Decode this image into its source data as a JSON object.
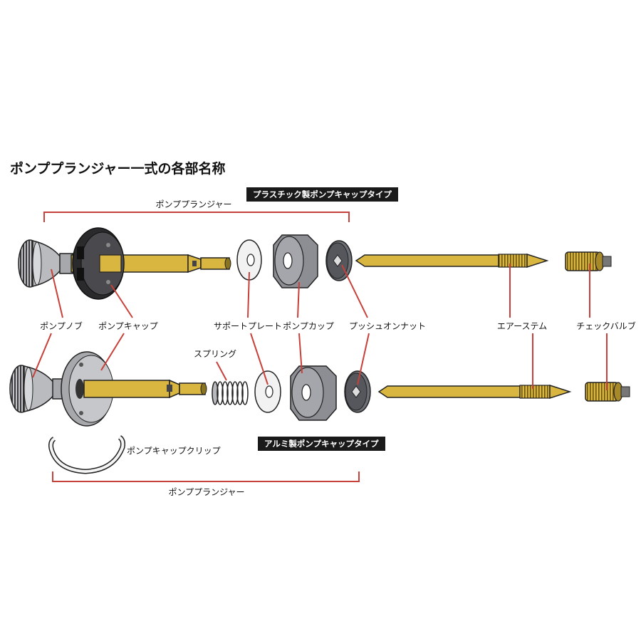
{
  "title": "ポンププランジャー一式の各部名称",
  "badges": {
    "plastic": "プラスチック製ポンプキャップタイプ",
    "aluminum": "アルミ製ポンプキャップタイプ"
  },
  "bracket_labels": {
    "top": "ポンププランジャー",
    "bottom": "ポンププランジャー"
  },
  "part_labels": {
    "pump_knob": "ポンプノブ",
    "pump_cap": "ポンプキャップ",
    "support_plate": "サポートプレート",
    "pump_cup": "ポンプカップ",
    "push_on_nut": "プッシュオンナット",
    "air_stem": "エアーステム",
    "check_valve": "チェックバルブ",
    "spring": "スプリング",
    "pump_cap_clip": "ポンプキャップクリップ"
  },
  "colors": {
    "accent_red": "#c8403a",
    "brass": "#d9b640",
    "metal_grey": "#a7a8ab",
    "dark_grey": "#6e7077",
    "black_cap": "#2a2a2c"
  }
}
